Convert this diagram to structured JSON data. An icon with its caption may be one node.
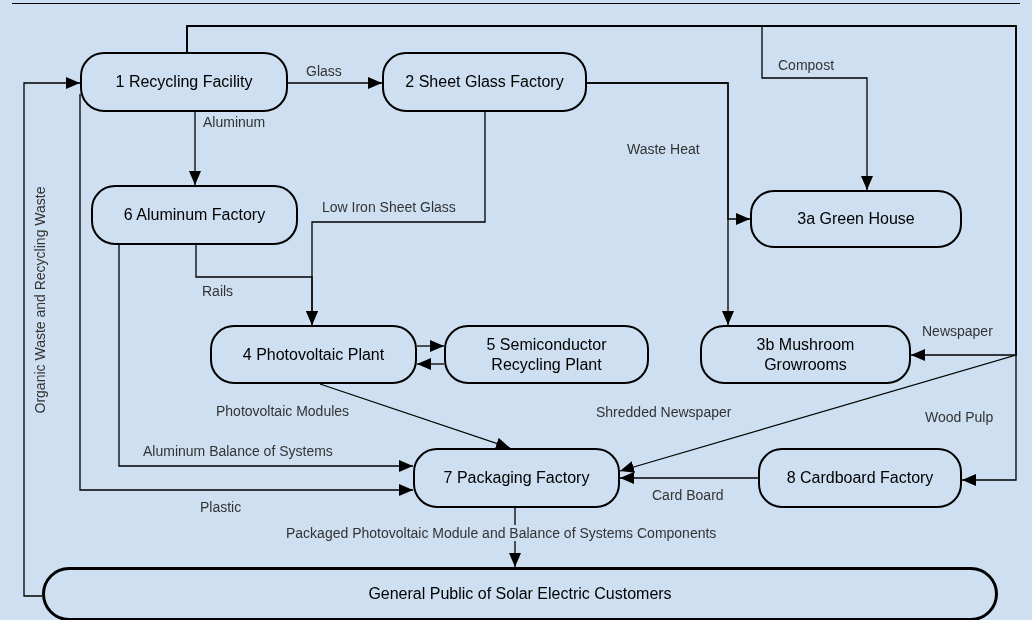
{
  "diagram": {
    "nodes": [
      {
        "text": [
          "1 Recycling Facility"
        ]
      },
      {
        "text": [
          "2 Sheet Glass Factory"
        ]
      },
      {
        "text": [
          "6 Aluminum Factory"
        ]
      },
      {
        "text": [
          "3a Green House"
        ]
      },
      {
        "text": [
          "4 Photovoltaic Plant"
        ]
      },
      {
        "text": [
          "5 Semiconductor Recycling Plant"
        ]
      },
      {
        "text": [
          "3b Mushroom Growrooms"
        ]
      },
      {
        "text": [
          "7 Packaging Factory"
        ]
      },
      {
        "text": [
          "8 Cardboard Factory"
        ]
      },
      {
        "text": [
          "General Public of Solar Electric Customers"
        ]
      }
    ],
    "edges": [
      {
        "from": 0,
        "to": 1,
        "arrow": "to",
        "label": "Glass"
      },
      {
        "from": 0,
        "to": 2,
        "arrow": "to",
        "label": "Aluminum"
      },
      {
        "from": 1,
        "to": 4,
        "arrow": "to",
        "label": "Low Iron Sheet Glass"
      },
      {
        "from": 2,
        "to": 4,
        "arrow": "to",
        "label": "Rails"
      },
      {
        "from": 1,
        "to": 3,
        "arrow": "to",
        "label": "Waste Heat"
      },
      {
        "from": 1,
        "to": 6,
        "arrow": "to"
      },
      {
        "from": 0,
        "to": 3,
        "arrow": "to",
        "label": "Compost"
      },
      {
        "from": 0,
        "to": 6,
        "arrow": "to",
        "label": "Newspaper"
      },
      {
        "from": 0,
        "to": 7,
        "arrow": "to",
        "label": "Shredded Newspaper"
      },
      {
        "from": 0,
        "to": 8,
        "arrow": "to",
        "label": "Wood Pulp"
      },
      {
        "from": 4,
        "to": 5,
        "arrow": "to"
      },
      {
        "from": 5,
        "to": 4,
        "arrow": "to"
      },
      {
        "from": 4,
        "to": 7,
        "arrow": "to",
        "label": "Photovoltaic Modules"
      },
      {
        "from": 2,
        "to": 7,
        "arrow": "to",
        "label": "Aluminum Balance of Systems"
      },
      {
        "from": 0,
        "to": 7,
        "arrow": "to",
        "label": "Plastic"
      },
      {
        "from": 8,
        "to": 7,
        "arrow": "to",
        "label": "Card Board"
      },
      {
        "from": 7,
        "to": 9,
        "arrow": "to",
        "label": "Packaged Photovoltaic Module and Balance of Systems Components"
      },
      {
        "from": 9,
        "to": 0,
        "arrow": "to",
        "label": "Organic Waste and Recycling Waste"
      }
    ]
  }
}
